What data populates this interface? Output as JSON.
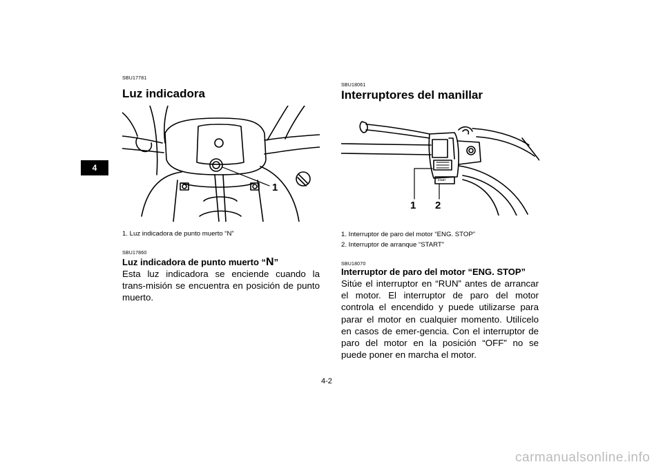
{
  "chapter": "4",
  "left": {
    "section_code": "SBU17781",
    "title": "Luz indicadora",
    "figure": {
      "callout": "1"
    },
    "caption": "1.  Luz indicadora de punto muerto “N”",
    "sub_code": "SBU17860",
    "sub_title_prefix": "Luz indicadora de punto muerto “",
    "sub_title_symbol": "N",
    "sub_title_suffix": "”",
    "paragraph": "Esta luz indicadora se enciende cuando la trans-misión se encuentra en posición de punto muerto."
  },
  "right": {
    "section_code": "SBU18061",
    "title": "Interruptores del manillar",
    "figure": {
      "callout_1": "1",
      "callout_2": "2",
      "start_label": "START"
    },
    "captions": [
      "1.  Interruptor de paro del motor “ENG. STOP”",
      "2.  Interruptor de arranque “START”"
    ],
    "sub_code": "SBU18070",
    "sub_title": "Interruptor de paro del motor “ENG. STOP”",
    "paragraph": "Sitúe el interruptor en “RUN” antes de arrancar el motor. El interruptor de paro del motor controla el encendido y puede utilizarse para parar el motor en cualquier momento. Utilícelo en casos de emer-gencia. Con el interruptor de paro del motor en la posición “OFF” no se puede poner en marcha el motor."
  },
  "page_number": "4-2",
  "watermark": "carmanualsonline.info"
}
